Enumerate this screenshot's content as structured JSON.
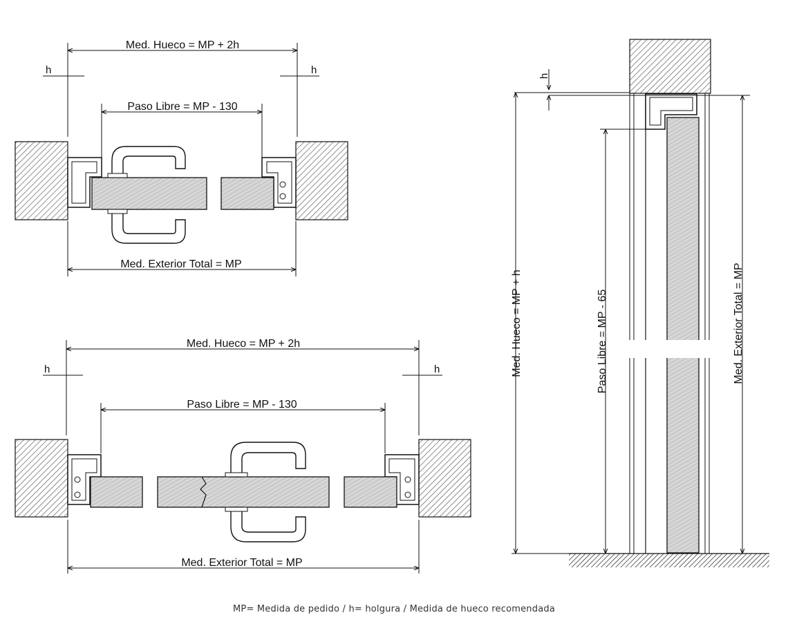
{
  "top_plan": {
    "hueco": "Med. Hueco = MP + 2h",
    "paso": "Paso Libre = MP - 130",
    "exterior": "Med. Exterior Total = MP",
    "h_left": "h",
    "h_right": "h"
  },
  "bottom_plan": {
    "hueco": "Med. Hueco = MP + 2h",
    "paso": "Paso Libre = MP - 130",
    "exterior": "Med. Exterior Total = MP",
    "h_left": "h",
    "h_right": "h"
  },
  "section": {
    "hueco": "Med. Hueco = MP + h",
    "paso": "Paso Libre = MP - 65",
    "exterior": "Med. Exterior Total = MP",
    "h": "h"
  },
  "caption": "MP= Medida de pedido / h= holgura / Medida de hueco recomendada",
  "colors": {
    "line": "#111111",
    "leaf": "#d9d9d9",
    "wall_hatch": "#555555"
  }
}
